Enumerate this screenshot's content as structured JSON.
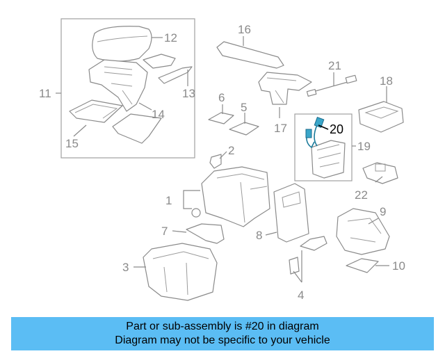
{
  "diagram": {
    "callouts": {
      "c1": "1",
      "c2": "2",
      "c3": "3",
      "c4": "4",
      "c5": "5",
      "c6": "6",
      "c7": "7",
      "c8": "8",
      "c9": "9",
      "c10": "10",
      "c11": "11",
      "c12": "12",
      "c13": "13",
      "c14": "14",
      "c15": "15",
      "c16": "16",
      "c17": "17",
      "c18": "18",
      "c19": "19",
      "c20": "20",
      "c21": "21",
      "c22": "22"
    },
    "highlighted_part": "20",
    "colors": {
      "highlight": "#3aa6c9",
      "info_bar": "#5bbdf4",
      "line": "#8a8a8a"
    }
  },
  "info": {
    "line1": "Part or sub-assembly is #20 in diagram",
    "line2": "Diagram may not be specific to your vehicle"
  }
}
